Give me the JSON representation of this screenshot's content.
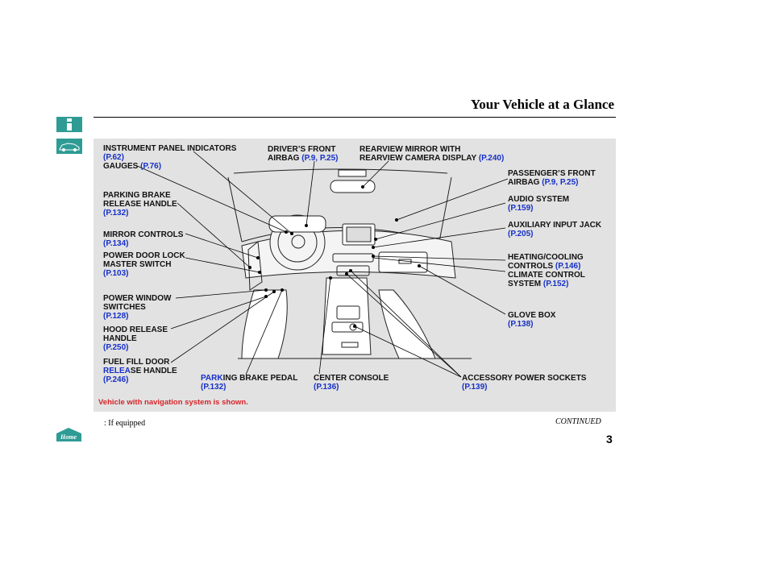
{
  "header": {
    "title": "Your Vehicle at a Glance"
  },
  "side_icons": [
    "info-icon",
    "car-icon"
  ],
  "labels": {
    "instrument": {
      "line1": "INSTRUMENT PANEL INDICATORS",
      "ref1": "(P.62)",
      "line2": "GAUGES ",
      "ref2": "(P.76)"
    },
    "driver_airbag": {
      "line1": "DRIVER’S FRONT",
      "line2": "AIRBAG ",
      "ref": "(P.9, P.25)"
    },
    "rearview": {
      "line1": "REARVIEW MIRROR WITH",
      "line2": "REARVIEW CAMERA DISPLAY ",
      "ref": "(P.240)"
    },
    "passenger_airbag": {
      "line1": "PASSENGER’S FRONT",
      "line2": "AIRBAG ",
      "ref": "(P.9, P.25)"
    },
    "parking_handle": {
      "line1": "PARKING BRAKE",
      "line2": "RELEASE HANDLE",
      "ref": "(P.132)"
    },
    "audio": {
      "line1": "AUDIO SYSTEM",
      "ref": "(P.159)"
    },
    "aux": {
      "line1": "AUXILIARY INPUT JACK",
      "ref": "(P.205)"
    },
    "mirror": {
      "line1": "MIRROR CONTROLS",
      "ref": "(P.134)"
    },
    "power_lock": {
      "line1": "POWER DOOR LOCK",
      "line2": "MASTER SWITCH",
      "ref": "(P.103)"
    },
    "heating": {
      "line1": "HEATING/COOLING",
      "line2": "CONTROLS ",
      "ref1": "(P.146)",
      "line3": "CLIMATE CONTROL",
      "line4": "SYSTEM ",
      "ref2": "(P.152)"
    },
    "power_window": {
      "line1": "POWER WINDOW",
      "line2": "SWITCHES",
      "ref": "(P.128)"
    },
    "glove": {
      "line1": "GLOVE BOX",
      "ref": "(P.138)"
    },
    "hood": {
      "line1": "HOOD RELEASE",
      "line2": "HANDLE",
      "ref": "(P.250)"
    },
    "fuel": {
      "line1": "FUEL FILL DOOR",
      "line2a": "RELEA",
      "line2b": "SE HANDLE",
      "ref": "(P.246)"
    },
    "parking_pedal": {
      "line1a": "PARK",
      "line1b": "ING BRAKE PEDAL",
      "ref": "(P.132)"
    },
    "console": {
      "line1": "CENTER CONSOLE",
      "ref": "(P.136)"
    },
    "sockets": {
      "line1": "ACCESSORY POWER SOCKETS",
      "ref": "(P.139)"
    }
  },
  "note": "Vehicle with navigation system is shown.",
  "footer": {
    "if_equipped": ": If equipped",
    "continued": "CONTINUED",
    "page_number": "3",
    "home_label": "Home"
  }
}
